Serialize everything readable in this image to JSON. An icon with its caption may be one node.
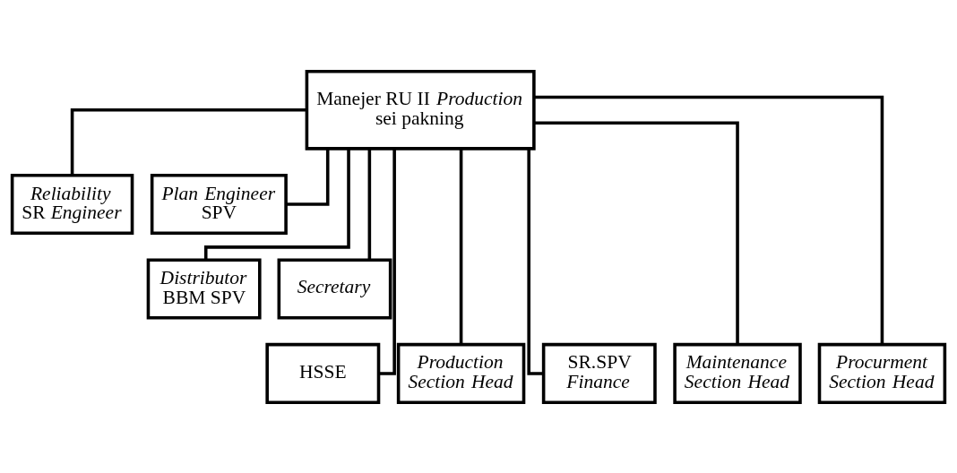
{
  "diagram": {
    "nodes": [
      {
        "text": [
          "Manejer RU II *Production* sei pakning"
        ]
      },
      {
        "text": [
          "*Reliability* SR *Engineer*"
        ]
      },
      {
        "text": [
          "*Plan Engineer* SPV"
        ]
      },
      {
        "text": [
          "*Distributor* BBM SPV"
        ]
      },
      {
        "text": [
          "Secretary"
        ]
      },
      {
        "text": [
          "HSSE"
        ]
      },
      {
        "text": [
          "Production Section Head"
        ]
      },
      {
        "text": [
          "SR.SPV *Finance*"
        ]
      },
      {
        "text": [
          "Maintenance Section Head"
        ]
      },
      {
        "text": [
          "Procurment Section Head"
        ]
      }
    ],
    "edges": [
      {
        "from": 0,
        "to": 1,
        "arrow": "none"
      },
      {
        "from": 0,
        "to": 2,
        "arrow": "none"
      },
      {
        "from": 0,
        "to": 3,
        "arrow": "none"
      },
      {
        "from": 0,
        "to": 4,
        "arrow": "none"
      },
      {
        "from": 0,
        "to": 5,
        "arrow": "none"
      },
      {
        "from": 0,
        "to": 6,
        "arrow": "none"
      },
      {
        "from": 0,
        "to": 7,
        "arrow": "none"
      },
      {
        "from": 0,
        "to": 8,
        "arrow": "none"
      },
      {
        "from": 0,
        "to": 9,
        "arrow": "none"
      }
    ]
  }
}
